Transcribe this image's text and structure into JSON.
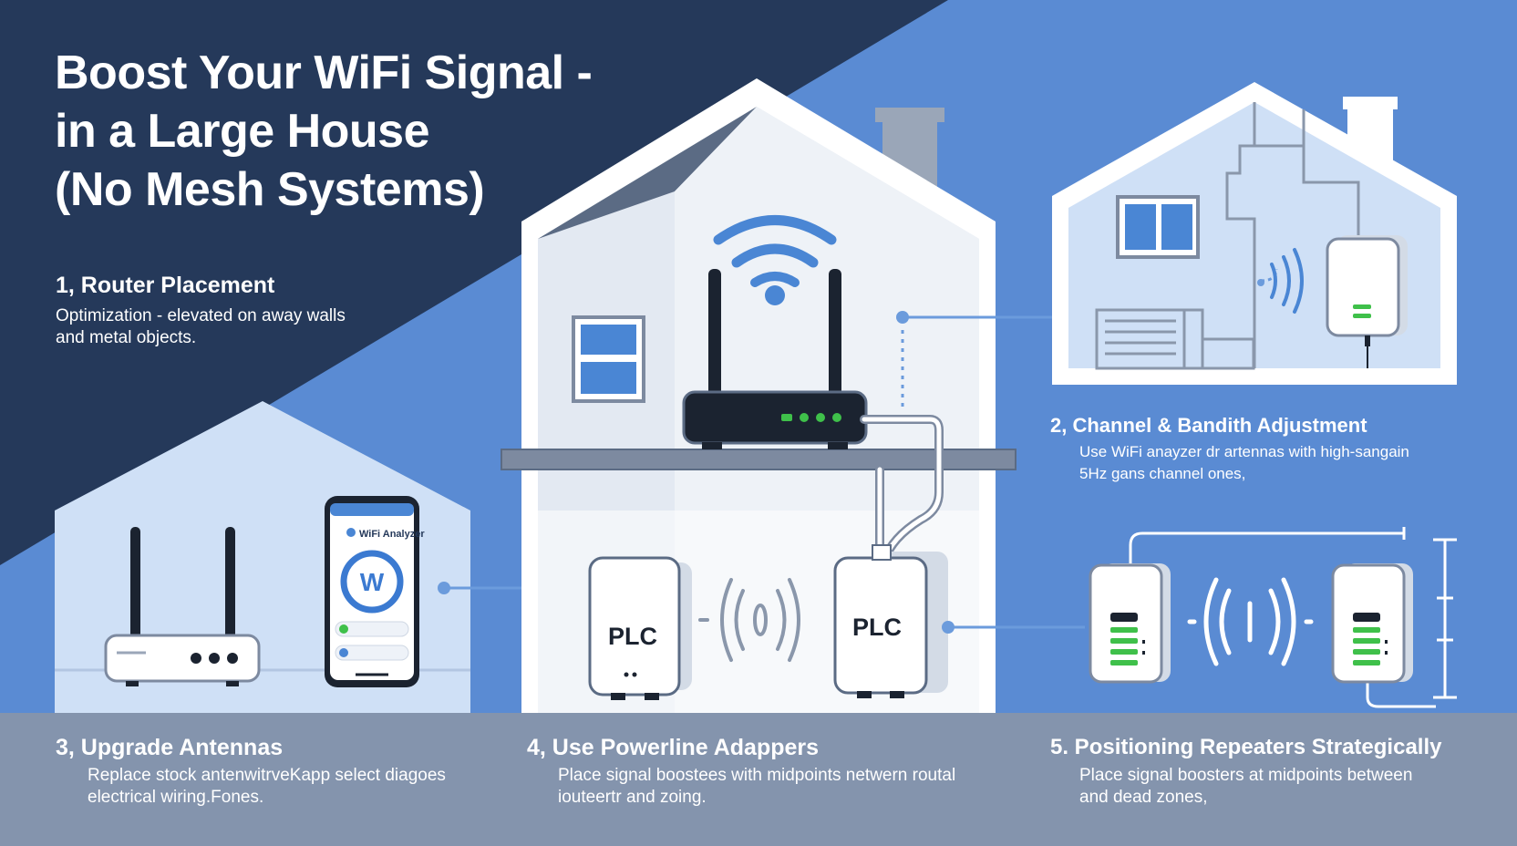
{
  "title": {
    "line1": "Boost Your WiFi Signal -",
    "line2": "in a Large House",
    "line3": "(No Mesh Systems)"
  },
  "tips": [
    {
      "heading": "1, Router Placement",
      "line1": "Optimization - elevated on away walls",
      "line2": "and metal objects."
    },
    {
      "heading": "2, Channel & Bandith Adjustment",
      "line1": "Use WiFi anayzer dr artennas with high-sangain",
      "line2": "5Hz gans channel ones,"
    },
    {
      "heading": "3, Upgrade Antennas",
      "line1": "Replace stock antenwitrveKapp select diagoes",
      "line2": "electrical wiring.Fones."
    },
    {
      "heading": "4, Use Powerline Adappers",
      "line1": "Place signal boostees with midpoints netwern routal",
      "line2": "iouteertr and zoing."
    },
    {
      "heading": "5. Positioning Repeaters Strategically",
      "line1": "Place signal boosters at midpoints between",
      "line2": "and dead zones,"
    }
  ],
  "plc": {
    "left_label": "PLC",
    "right_label": "PLC"
  },
  "phone": {
    "app_name": "WiFi Analyzer"
  },
  "colors": {
    "navy": "#25395a",
    "blue": "#5a8bd3",
    "light_blue": "#cfe0f6",
    "gray_band": "#8494ad",
    "accent_blue": "#4a86d4",
    "led_green": "#3fc04a",
    "device_dark": "#1b2330"
  }
}
